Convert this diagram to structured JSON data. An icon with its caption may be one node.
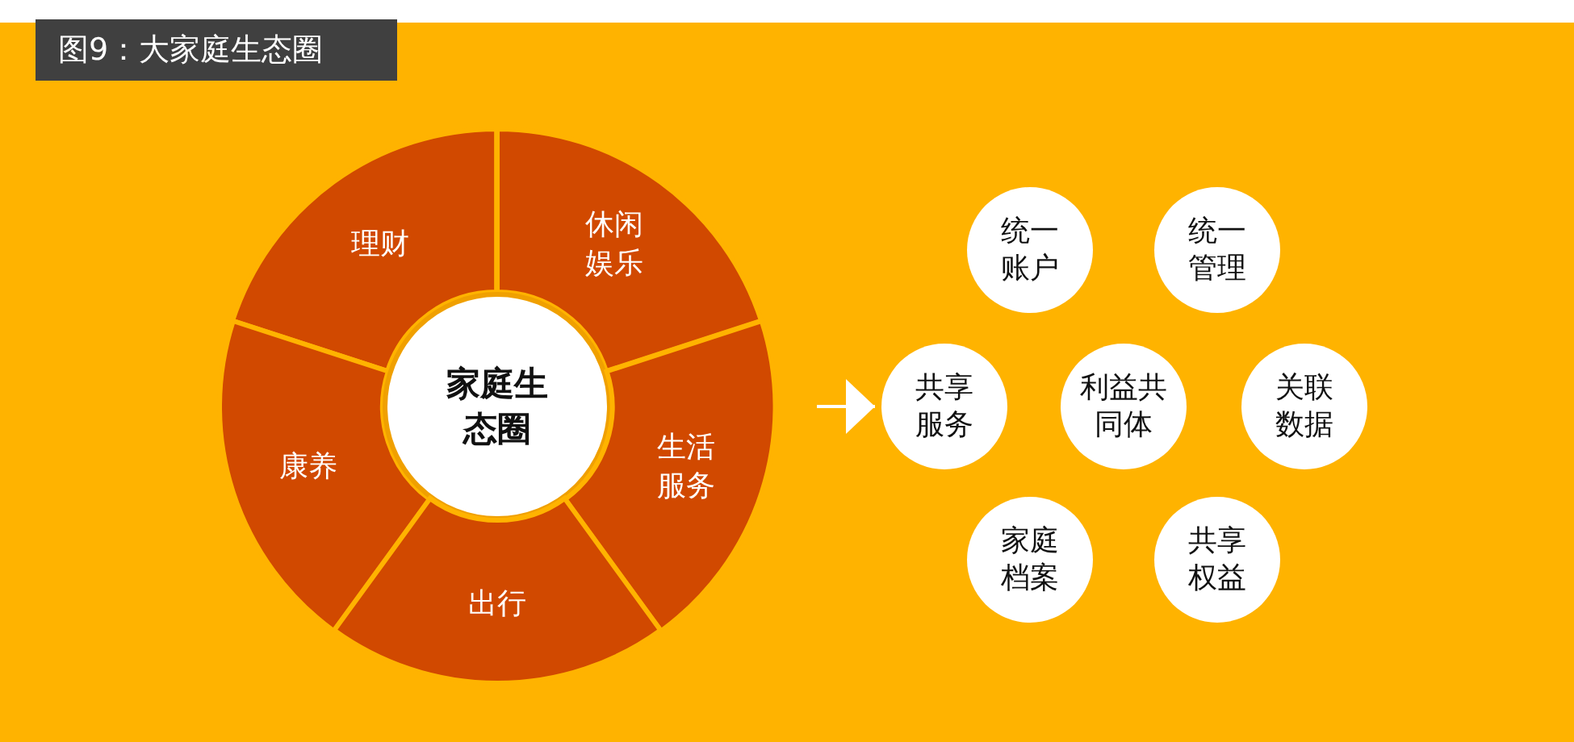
{
  "diagram": {
    "title": "图9：大家庭生态圈",
    "nodes": [
      {
        "text": [
          "理财"
        ]
      },
      {
        "text": [
          "休闲娱乐"
        ]
      },
      {
        "text": [
          "康养"
        ]
      },
      {
        "text": [
          "家庭生态圈"
        ]
      },
      {
        "text": [
          "生活服务"
        ]
      },
      {
        "text": [
          "出行"
        ]
      },
      {
        "text": [
          "统一账户"
        ]
      },
      {
        "text": [
          "统一管理"
        ]
      },
      {
        "text": [
          "共享服务"
        ]
      },
      {
        "text": [
          "利益共同体"
        ]
      },
      {
        "text": [
          "关联数据"
        ]
      },
      {
        "text": [
          "家庭档案"
        ]
      },
      {
        "text": [
          "共享权益"
        ]
      }
    ],
    "edges": [
      {
        "from": null,
        "to": 8,
        "arrow": "to"
      }
    ]
  }
}
